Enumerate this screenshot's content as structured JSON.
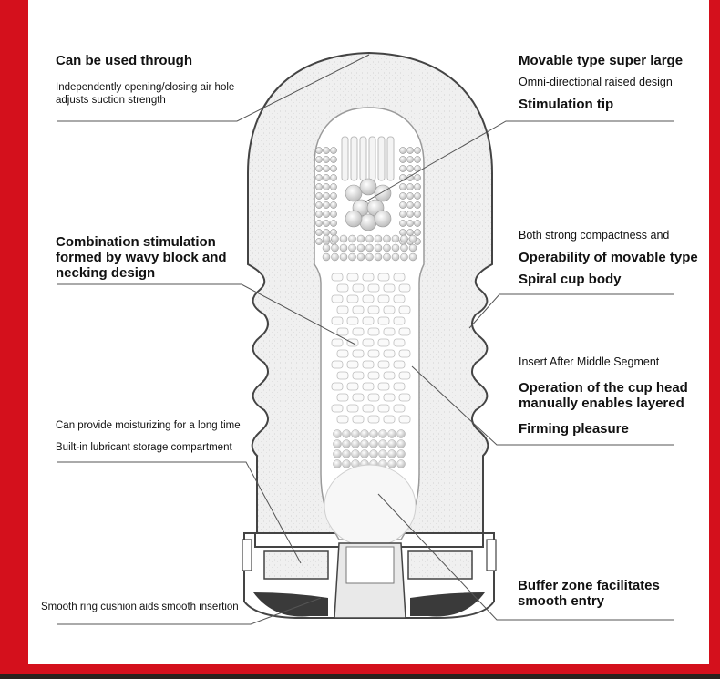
{
  "colors": {
    "frame_red": "#d4101c",
    "body_fill": "#f2f2f2",
    "outline": "#444444",
    "leader": "#555555"
  },
  "labels": {
    "air_hole_title": "Can be used through",
    "air_hole_desc_1": "Independently opening/closing air hole",
    "air_hole_desc_2": "adjusts suction strength",
    "tip_line1": "Movable type super large",
    "tip_line2": "Omni-directional raised design",
    "tip_line3": "Stimulation tip",
    "combo_line1": "Combination stimulation",
    "combo_line2": "formed by wavy block and",
    "combo_line3": "necking design",
    "spiral_line1": "Both strong compactness and",
    "spiral_line2": "Operability of movable type",
    "spiral_line3": "Spiral cup body",
    "insert_line1": "Insert After Middle Segment",
    "insert_line2": "Operation of the cup head",
    "insert_line3": "manually enables layered",
    "insert_line4": "Firming pleasure",
    "lube_line1": "Can provide moisturizing for a long time",
    "lube_line2": "Built-in lubricant storage compartment",
    "buffer_line1": "Buffer zone facilitates",
    "buffer_line2": "smooth entry",
    "ring_line": "Smooth ring cushion aids smooth insertion"
  }
}
